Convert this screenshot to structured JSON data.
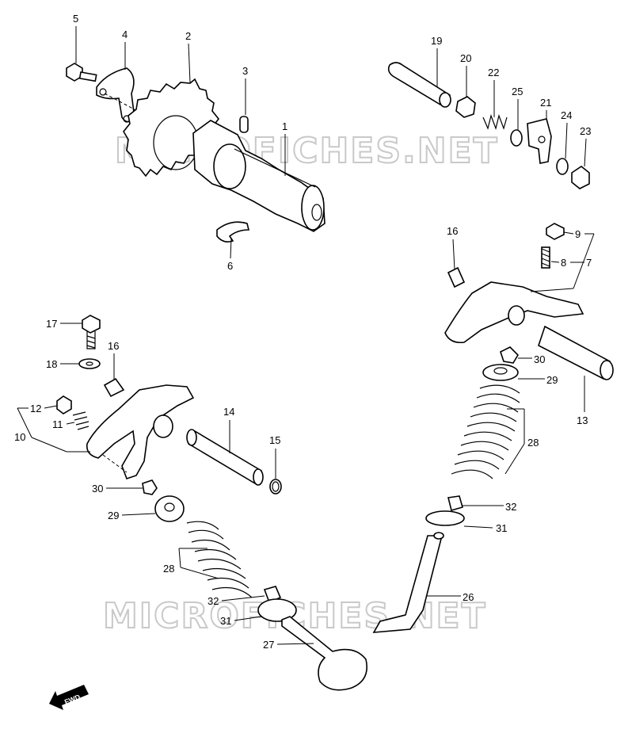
{
  "watermark": {
    "top": "MICROFICHES.NET",
    "bottom": "MICROFICHES.NET"
  },
  "fwd_label": "FWD",
  "labels": {
    "c1": "1",
    "c2": "2",
    "c3": "3",
    "c4": "4",
    "c5": "5",
    "c6": "6",
    "c7": "7",
    "c8": "8",
    "c9": "9",
    "c13": "13",
    "c16": "16",
    "c19": "19",
    "c20": "20",
    "c21": "21",
    "c22": "22",
    "c23": "23",
    "c24": "24",
    "c25": "25",
    "r30": "30",
    "r29": "29",
    "r28": "28",
    "r32": "32",
    "r31": "31",
    "r26": "26",
    "l17": "17",
    "l18": "18",
    "l16": "16",
    "l12": "12",
    "l11": "11",
    "l10": "10",
    "l14": "14",
    "l15": "15",
    "l30": "30",
    "l29": "29",
    "l28": "28",
    "l32": "32",
    "l31": "31",
    "l27": "27"
  }
}
